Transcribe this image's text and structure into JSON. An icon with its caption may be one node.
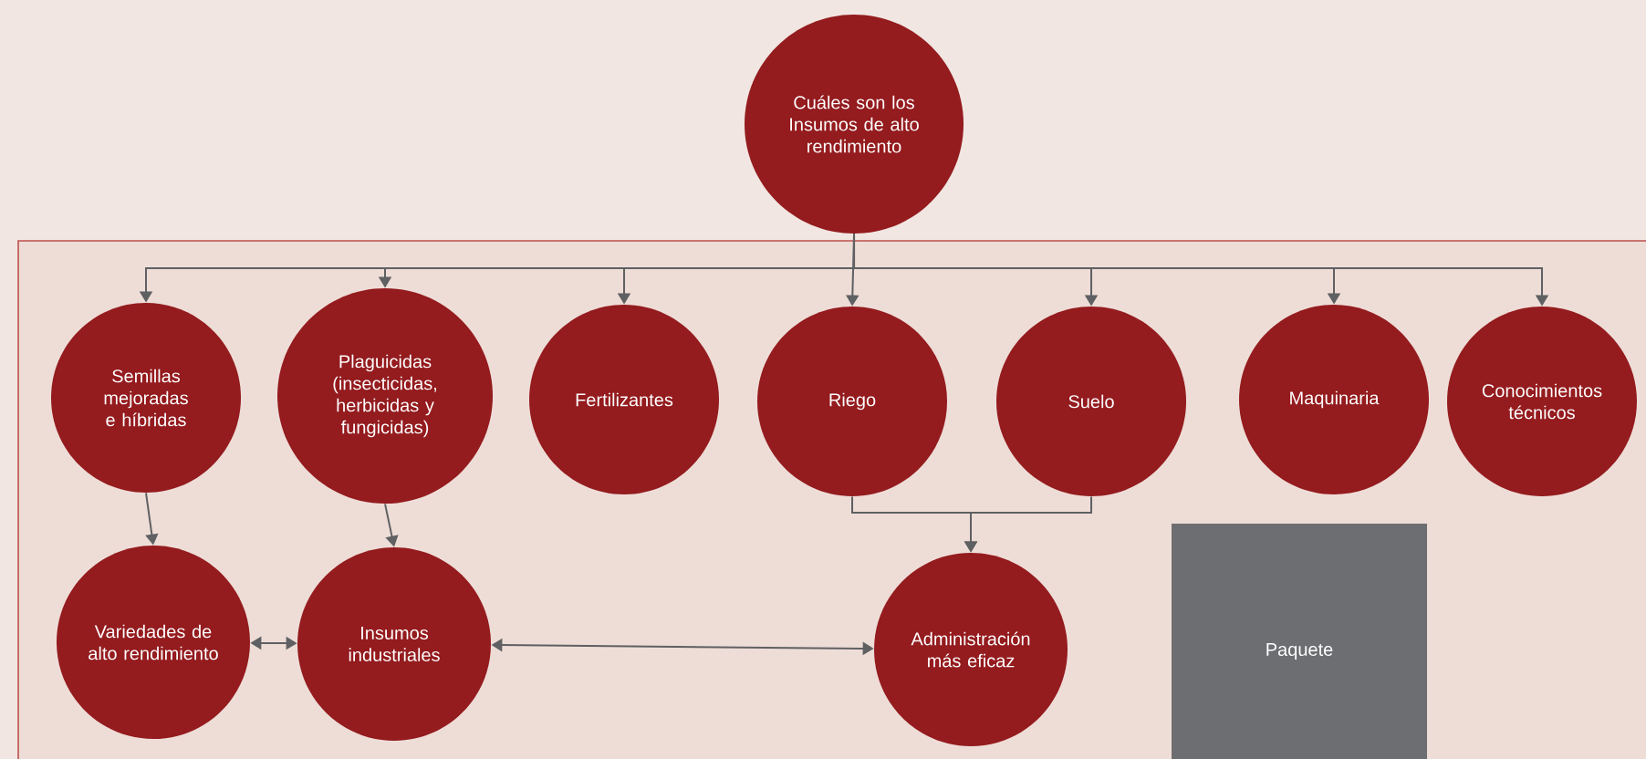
{
  "diagram": {
    "nodes": [
      {
        "text": [
          "Cuáles son los Insumos de alto rendimiento"
        ]
      },
      {
        "text": [
          "Semillas mejoradas e híbridas"
        ]
      },
      {
        "text": [
          "Plaguicidas (insecticidas, herbicidas y fungicidas)"
        ]
      },
      {
        "text": [
          "Fertilizantes"
        ]
      },
      {
        "text": [
          "Riego"
        ]
      },
      {
        "text": [
          "Suelo"
        ]
      },
      {
        "text": [
          "Maquinaria"
        ]
      },
      {
        "text": [
          "Conocimientos técnicos"
        ]
      },
      {
        "text": [
          "Variedades de alto rendimiento"
        ]
      },
      {
        "text": [
          "Insumos industriales"
        ]
      },
      {
        "text": [
          "Administración más eficaz"
        ]
      },
      {
        "text": [
          "Paquete"
        ]
      }
    ],
    "edges": [
      {
        "from": 0,
        "to": 1,
        "arrow": "to"
      },
      {
        "from": 0,
        "to": 2,
        "arrow": "to"
      },
      {
        "from": 0,
        "to": 3,
        "arrow": "to"
      },
      {
        "from": 0,
        "to": 4,
        "arrow": "to"
      },
      {
        "from": 0,
        "to": 5,
        "arrow": "to"
      },
      {
        "from": 0,
        "to": 6,
        "arrow": "to"
      },
      {
        "from": 0,
        "to": 7,
        "arrow": "to"
      },
      {
        "from": 1,
        "to": 8,
        "arrow": "to"
      },
      {
        "from": 2,
        "to": 9,
        "arrow": "to"
      },
      {
        "from": 8,
        "to": 9,
        "arrow": "both"
      },
      {
        "from": 9,
        "to": 10,
        "arrow": "both"
      },
      {
        "from": 4,
        "to": 10,
        "arrow": "to"
      },
      {
        "from": 5,
        "to": 10,
        "arrow": "to"
      }
    ]
  }
}
